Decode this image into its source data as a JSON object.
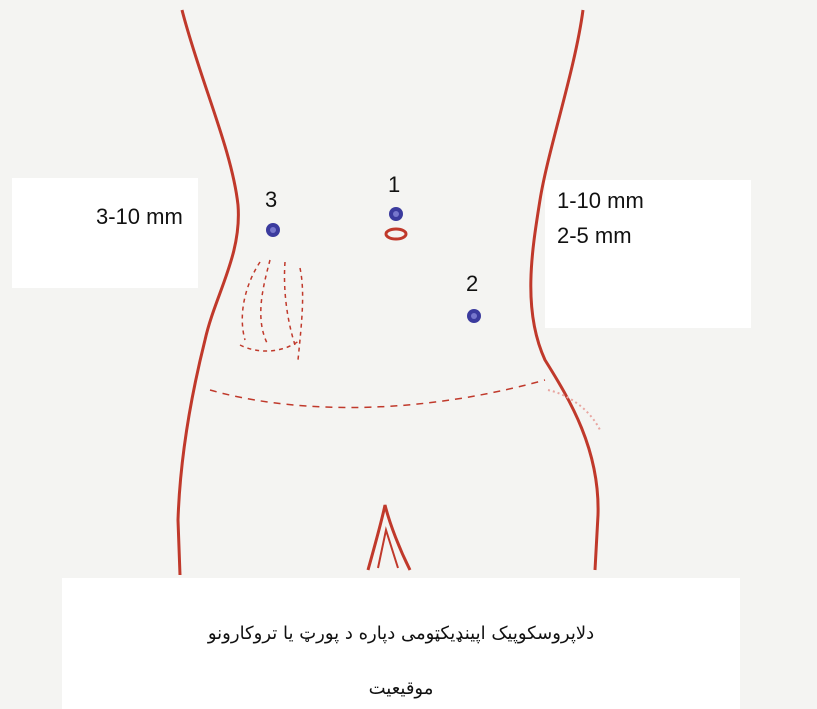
{
  "ports": [
    {
      "number": "1"
    },
    {
      "number": "2"
    },
    {
      "number": "3"
    }
  ],
  "left_label": "3-10 mm",
  "right_labels": [
    "1-10 mm",
    "2-5 mm"
  ],
  "caption": {
    "line1": "دلاپروسکوپیک اپینډیکټومی دپاره د پورټ یا تروکارونو",
    "line2": "موقیعیت"
  },
  "colors": {
    "outline": "#c0392b",
    "port": "#3b3b9e",
    "umbilicus": "#c0392b",
    "background": "#f4f4f2"
  }
}
